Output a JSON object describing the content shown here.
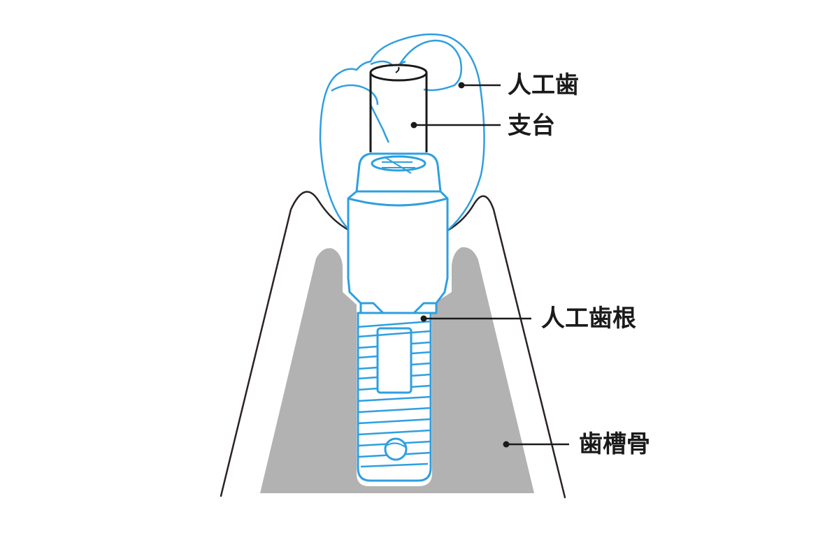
{
  "labels": {
    "crown": "人工歯",
    "abutment": "支台",
    "fixture": "人工歯根",
    "bone": "歯槽骨"
  },
  "colors": {
    "outline": "#2a2322",
    "implant_stroke": "#2e9fe0",
    "bone_fill": "#b2b2b2",
    "background": "#ffffff",
    "label_text": "#1a1a1a"
  }
}
